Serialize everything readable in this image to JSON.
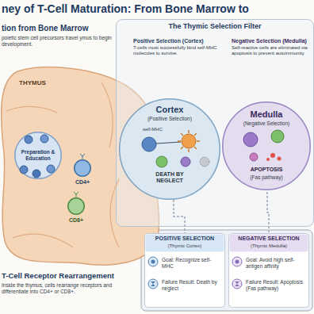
{
  "diagram": {
    "title": "ney of T-Cell Maturation: From Bone Marrow to",
    "nodes": [
      {
        "text": [
          "THYMUS"
        ]
      },
      {
        "text": [
          "Preparation & Education"
        ],
        "in": 0
      },
      {
        "text": [
          "CD4+"
        ],
        "in": 0
      },
      {
        "text": [
          "CD8+"
        ],
        "in": 0
      },
      {
        "text": [
          "The Thymic Selection Filter"
        ]
      },
      {
        "text": [
          "Positive Selection (Cortex)",
          "T-cells must successfully bind self-MHC molecules to survive.",
          "Cortex",
          "(Positive Selection)",
          "self-MHC",
          "DEATH BY NEGLECT"
        ],
        "in": 4
      },
      {
        "text": [
          "Negative Selection (Medulla)",
          "Self-reactive cells are eliminated via apoptosis to prevent autoimmunity.",
          "Medulla",
          "(Negative Selection)",
          "APOPTOSIS",
          "(Fas pathway)"
        ],
        "in": 4
      },
      {
        "text": [
          "POSITIVE SELECTION",
          "(Thymic Cortex)",
          "Goal: Recognize self-MHC",
          "Failure Result: Death by neglect"
        ]
      },
      {
        "text": [
          "NEGATIVE SELECTION",
          "(Thymic Medulla)",
          "Goal: Avoid high self-antigen affinity",
          "Failure Result: Apoptosis (Fas pathway)"
        ]
      }
    ],
    "edges": [
      {
        "from": 5,
        "to": 7,
        "arrow": "none"
      },
      {
        "from": 6,
        "to": 8,
        "arrow": "none"
      }
    ],
    "labels": [
      "tion from Bone Marrow",
      "poietic stem cell precursors travel ymus to begin development.",
      "T-Cell Receptor Rearrangement",
      "Inside the thymus, cells rearrange receptors and differentiate into CD4+ or CD8+."
    ]
  }
}
